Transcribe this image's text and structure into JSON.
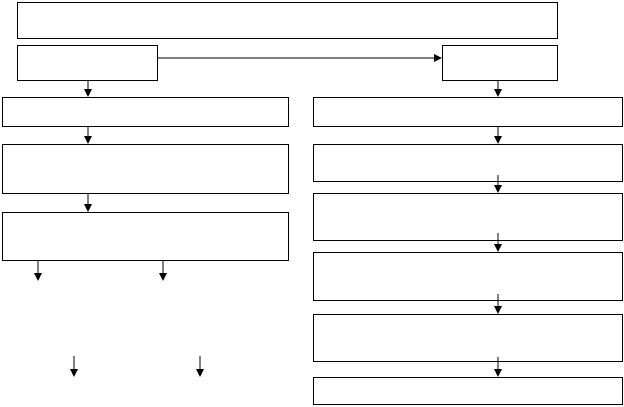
{
  "diagram": {
    "type": "flowchart",
    "line_color": "#000000",
    "fill_color": "#ffffff",
    "nodes": [
      {
        "id": "title",
        "label": ""
      },
      {
        "id": "left-start",
        "label": ""
      },
      {
        "id": "right-start",
        "label": ""
      },
      {
        "id": "left-step-1",
        "label": ""
      },
      {
        "id": "left-step-2",
        "label": ""
      },
      {
        "id": "left-step-3",
        "label": ""
      },
      {
        "id": "right-step-1",
        "label": ""
      },
      {
        "id": "right-step-2",
        "label": ""
      },
      {
        "id": "right-step-3",
        "label": ""
      },
      {
        "id": "right-step-4",
        "label": ""
      },
      {
        "id": "right-step-5",
        "label": ""
      },
      {
        "id": "right-step-6",
        "label": ""
      }
    ],
    "edges": [
      {
        "from": "left-start",
        "to": "right-start"
      },
      {
        "from": "left-start",
        "to": "left-step-1"
      },
      {
        "from": "left-step-1",
        "to": "left-step-2"
      },
      {
        "from": "left-step-2",
        "to": "left-step-3"
      },
      {
        "from": "left-step-3",
        "to": "left-branch-a"
      },
      {
        "from": "left-step-3",
        "to": "left-branch-b"
      },
      {
        "from": "left-branch-a",
        "to": "left-branch-a-next"
      },
      {
        "from": "left-branch-b",
        "to": "left-branch-b-next"
      },
      {
        "from": "right-start",
        "to": "right-step-1"
      },
      {
        "from": "right-step-1",
        "to": "right-step-2"
      },
      {
        "from": "right-step-2",
        "to": "right-step-3"
      },
      {
        "from": "right-step-3",
        "to": "right-step-4"
      },
      {
        "from": "right-step-4",
        "to": "right-step-5"
      },
      {
        "from": "right-step-5",
        "to": "right-step-6"
      }
    ]
  }
}
